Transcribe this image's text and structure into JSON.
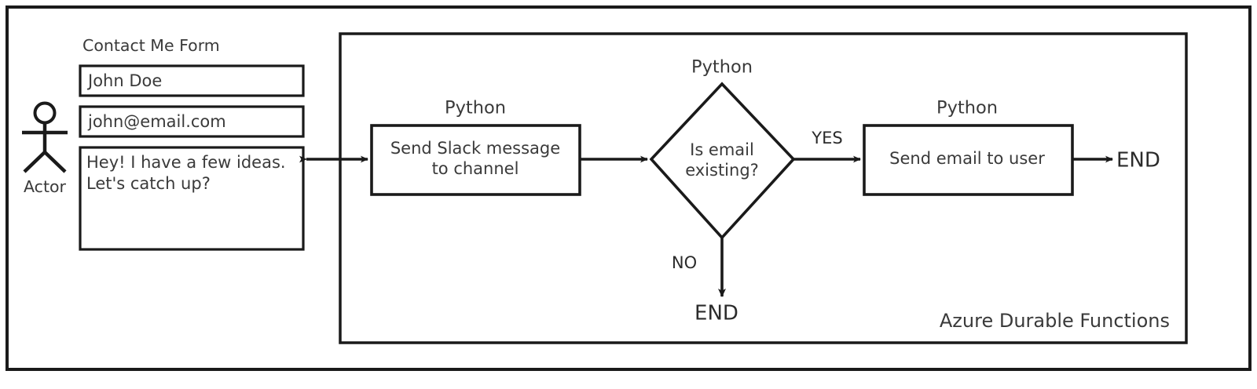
{
  "diagram": {
    "title_visible": false,
    "form": {
      "label": "Contact Me Form",
      "actor_label": "Actor",
      "fields": [
        {
          "name": "name-input",
          "value": "John Doe"
        },
        {
          "name": "email-input",
          "value": "john@email.com"
        },
        {
          "name": "message-textarea",
          "value_line_1": "Hey! I have a few ideas.",
          "value_line_2": "Let's catch up?"
        }
      ]
    },
    "container": {
      "label": "Azure Durable Functions"
    },
    "nodes": [
      {
        "id": "send-slack",
        "tech_label": "Python",
        "line_1": "Send Slack message",
        "line_2": "to channel",
        "shape": "rect"
      },
      {
        "id": "is-email-existing",
        "tech_label": "Python",
        "line_1": "Is email",
        "line_2": "existing?",
        "shape": "diamond"
      },
      {
        "id": "send-email",
        "tech_label": "Python",
        "line_1": "Send email to user",
        "line_2": "",
        "shape": "rect"
      }
    ],
    "edge_labels": {
      "yes": "YES",
      "no": "NO"
    },
    "terminals": {
      "end_no": "END",
      "end_yes": "END"
    },
    "colors": {
      "stroke": "#1a1a1a",
      "text": "#3a3a3a",
      "background": "#ffffff",
      "frame": "#1a1a1a"
    }
  }
}
